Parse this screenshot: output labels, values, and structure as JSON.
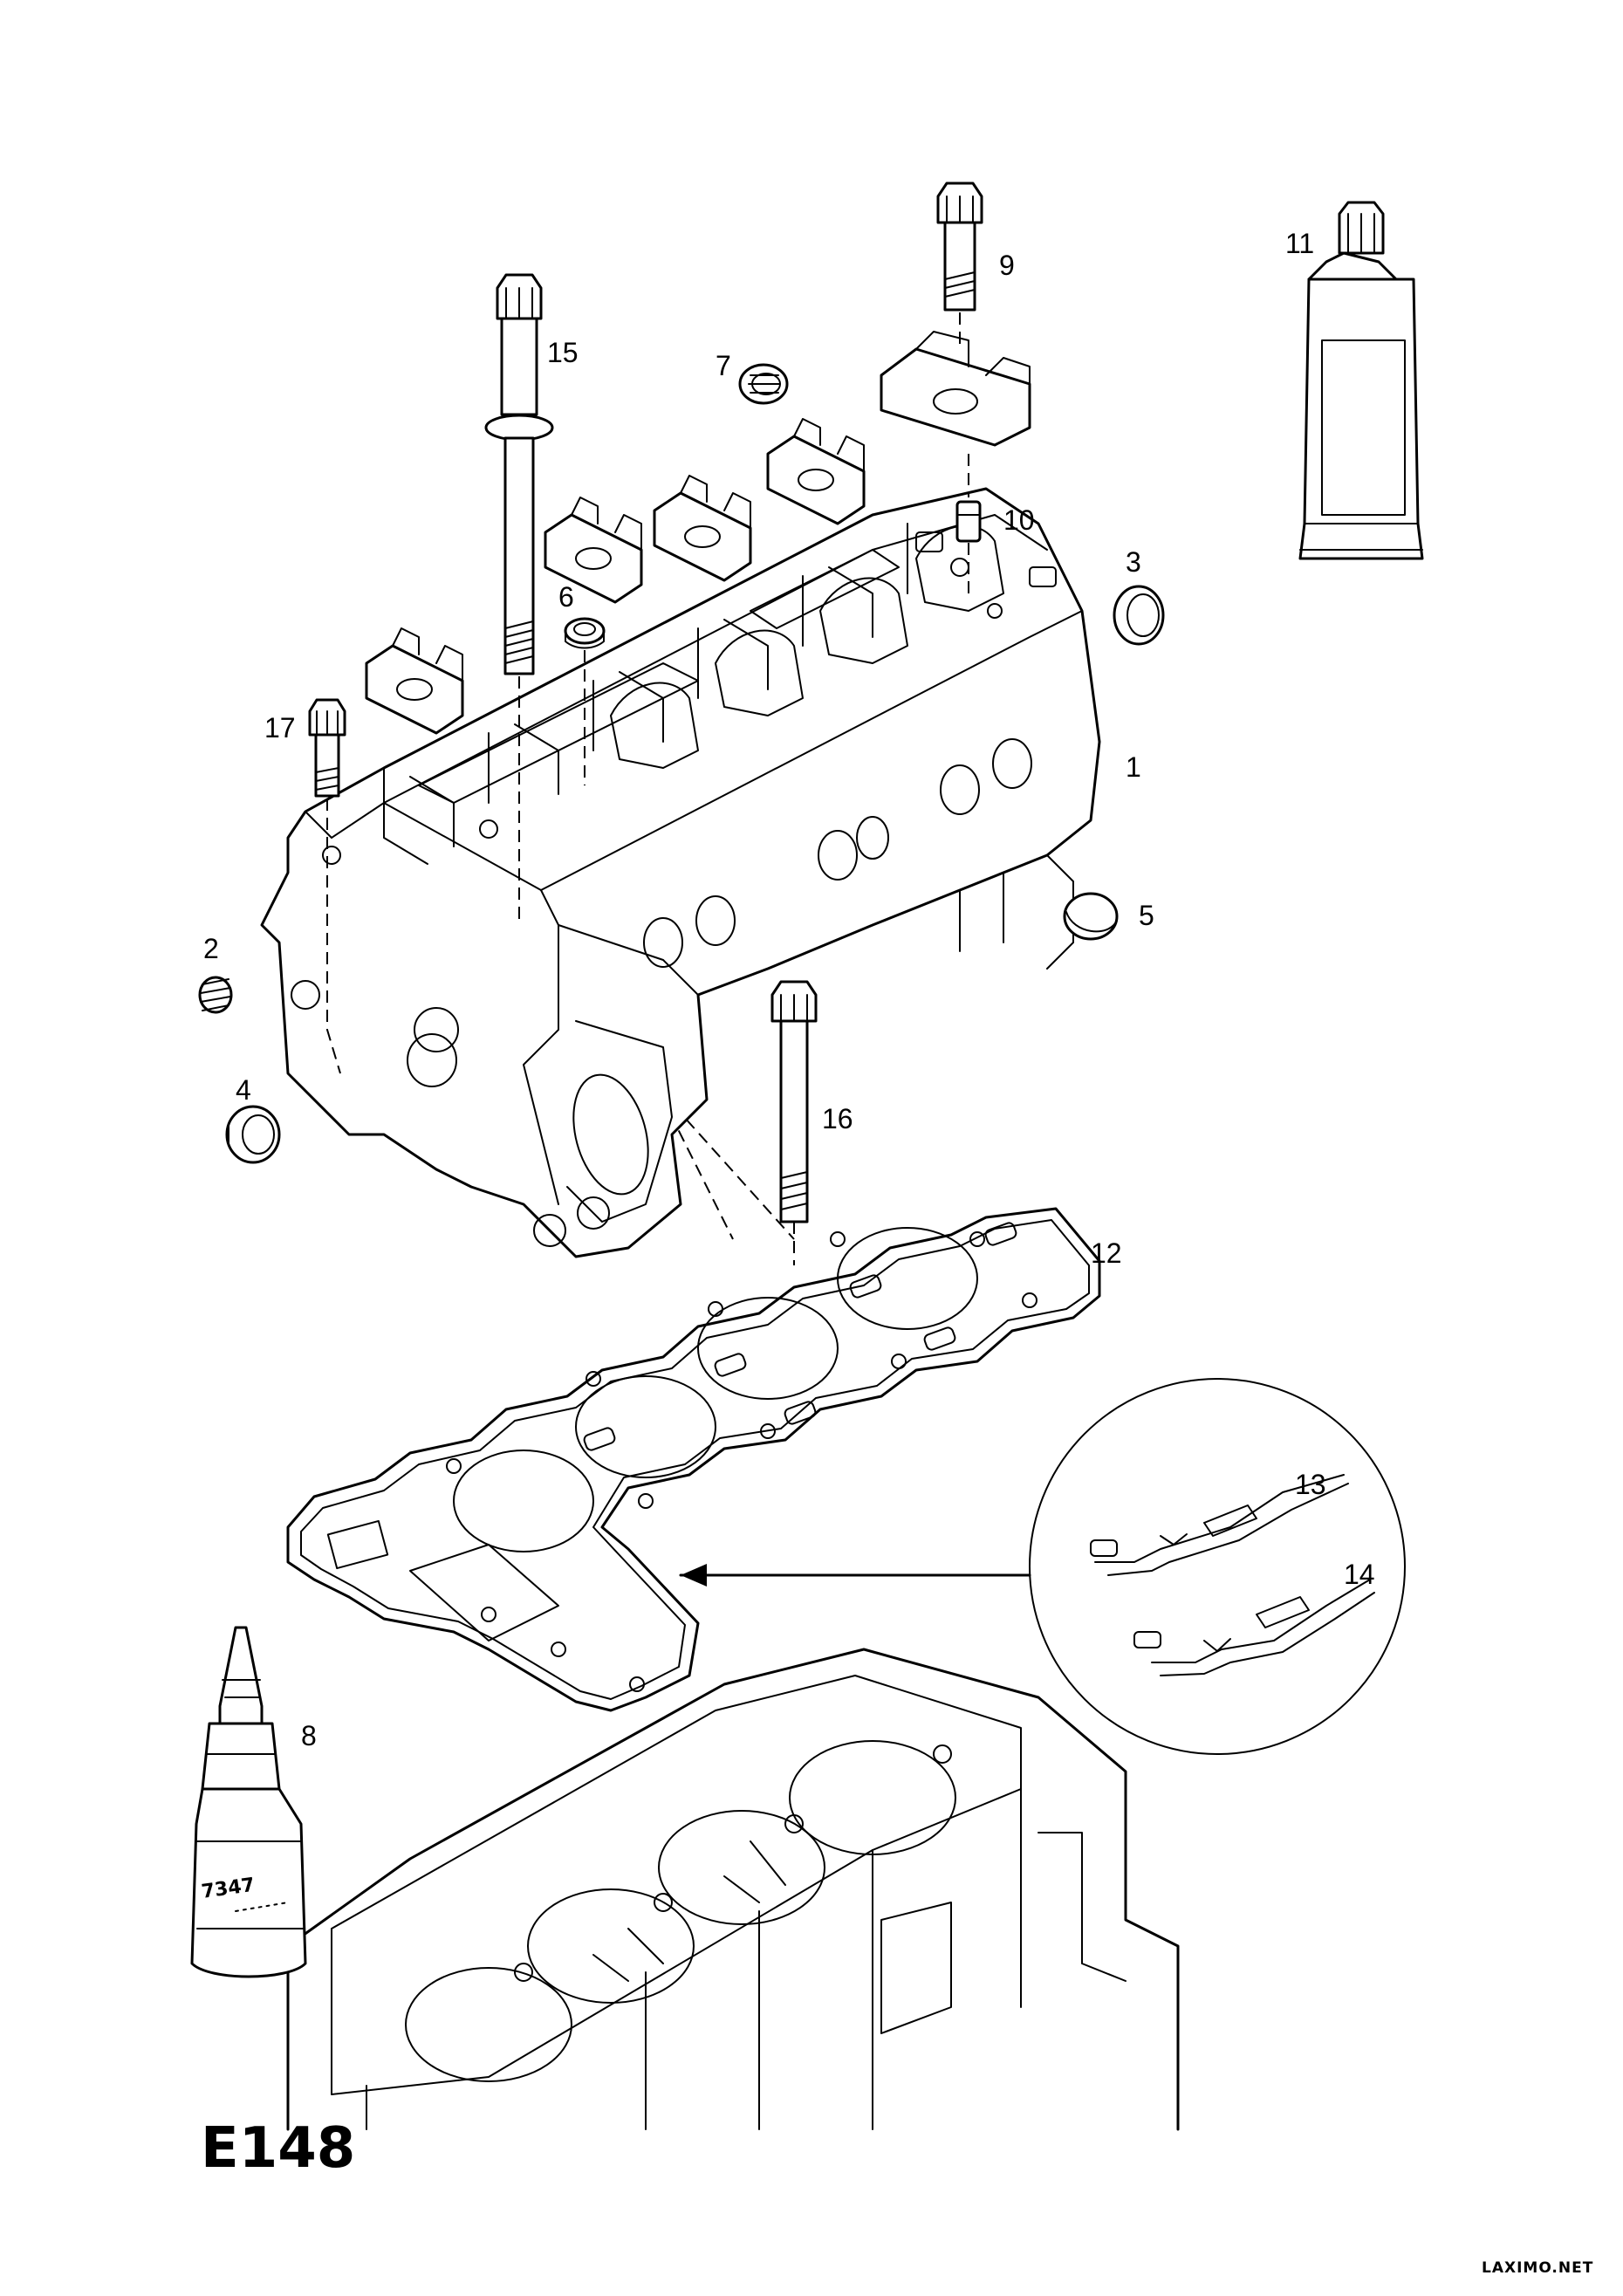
{
  "diagram": {
    "code": "E148",
    "watermark": "LAXIMO.NET",
    "bottle_label": "7347",
    "callouts": {
      "c1": "1",
      "c2": "2",
      "c3": "3",
      "c4": "4",
      "c5": "5",
      "c6": "6",
      "c7": "7",
      "c8": "8",
      "c9": "9",
      "c10": "10",
      "c11": "11",
      "c12": "12",
      "c13": "13",
      "c14": "14",
      "c15": "15",
      "c16": "16",
      "c17": "17"
    }
  }
}
